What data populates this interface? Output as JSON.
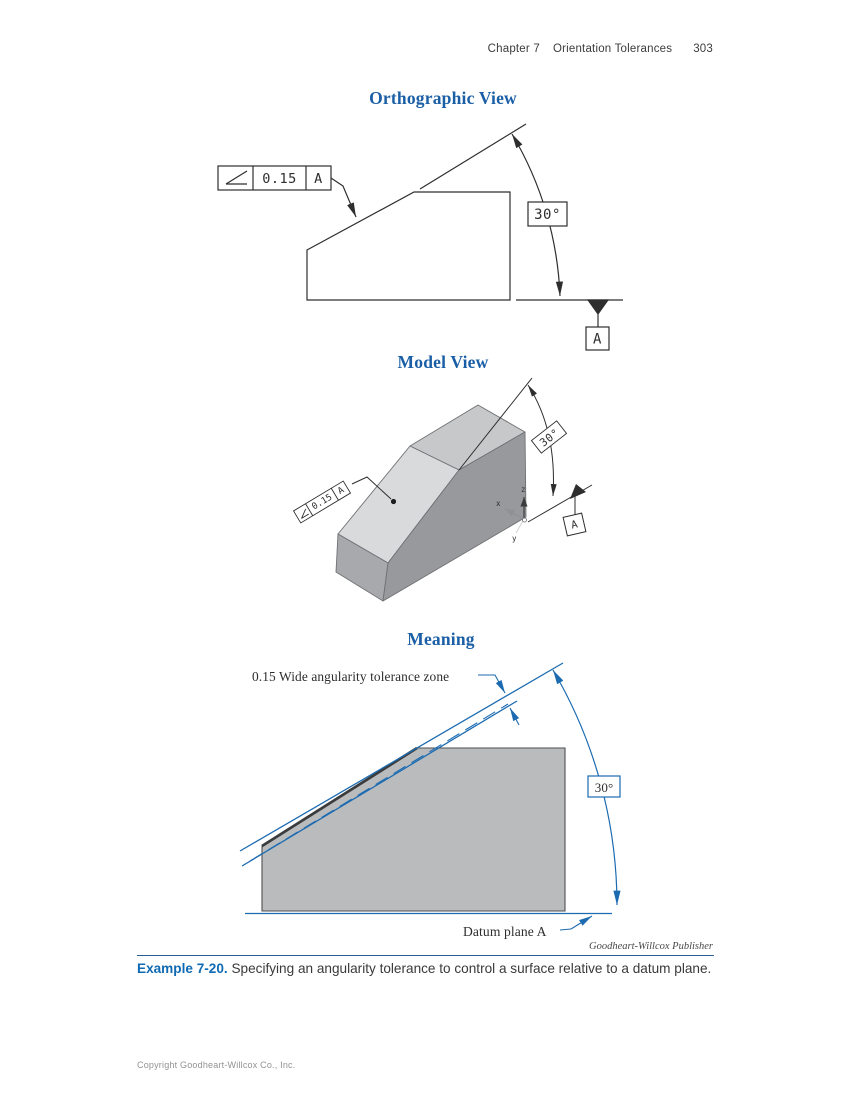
{
  "header": {
    "chapter": "Chapter 7",
    "section": "Orientation Tolerances",
    "page_number": "303"
  },
  "orthographic": {
    "title": "Orthographic View",
    "fcf": {
      "symbol": "angularity",
      "tolerance": "0.15",
      "datum": "A"
    },
    "angle_label": "30°",
    "datum_label": "A"
  },
  "model": {
    "title": "Model View",
    "fcf": {
      "symbol": "angularity",
      "tolerance": "0.15",
      "datum": "A"
    },
    "angle_label": "30°",
    "datum_label": "A",
    "axes": {
      "x": "x",
      "y": "y",
      "z": "z"
    }
  },
  "meaning": {
    "title": "Meaning",
    "zone_label": "0.15 Wide angularity tolerance zone",
    "angle_label": "30°",
    "datum_plane_label": "Datum plane A"
  },
  "credit": "Goodheart-Willcox Publisher",
  "caption": {
    "label": "Example 7-20.",
    "text": " Specifying an angularity tolerance to control a surface relative to a datum plane."
  },
  "footer": {
    "copyright": "Copyright Goodheart-Willcox Co., Inc."
  },
  "colors": {
    "heading_blue": "#1a5fa6",
    "diagram_blue": "#1c6bb1",
    "caption_label_blue": "#0f6ab3",
    "rule_blue": "#265d94",
    "part_gray": "#b9bbbd"
  }
}
